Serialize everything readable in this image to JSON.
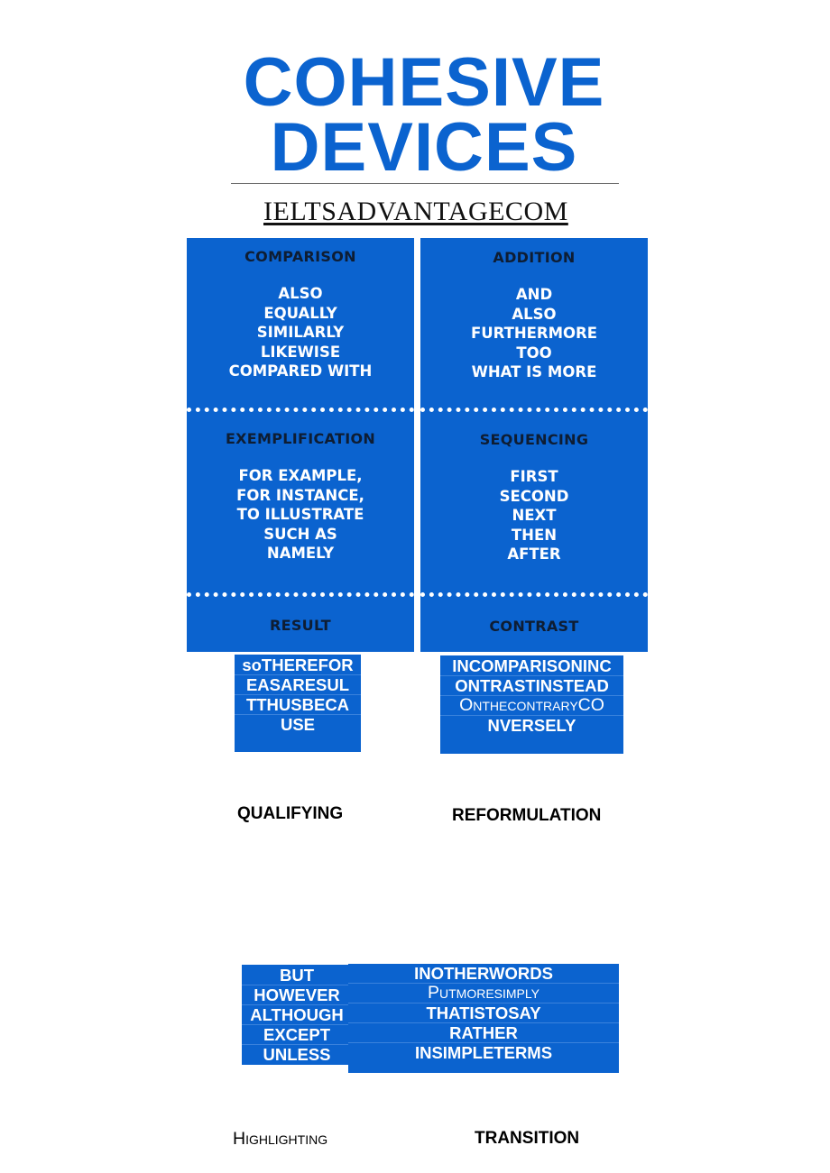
{
  "title": {
    "line1": "COHESIVE",
    "line2": "DEVICES"
  },
  "site": "IELTSADVANTAGECOM",
  "grid": {
    "comparison": {
      "heading": "COMPARISON",
      "items": [
        "ALSO",
        "EQUALLY",
        "SIMILARLY",
        "LIKEWISE",
        "COMPARED WITH"
      ]
    },
    "addition": {
      "heading": "ADDITION",
      "items": [
        "AND",
        "ALSO",
        "FURTHERMORE",
        "TOO",
        "WHAT IS MORE"
      ]
    },
    "exemplification": {
      "heading": "EXEMPLIFICATION",
      "items": [
        "FOR EXAMPLE,",
        "FOR INSTANCE,",
        "TO ILLUSTRATE",
        "SUCH AS",
        "NAMELY"
      ]
    },
    "sequencing": {
      "heading": "SEQUENCING",
      "items": [
        "FIRST",
        "SECOND",
        "NEXT",
        "THEN",
        "AFTER"
      ]
    },
    "result": {
      "heading": "RESULT"
    },
    "contrast": {
      "heading": "CONTRAST"
    }
  },
  "result_box": [
    "soTHEREFOR",
    "EASARESUL",
    "TTHUSBECA",
    "USE"
  ],
  "contrast_box": [
    "INCOMPARISONINC",
    "ONTRASTINSTEAD",
    "OnthecontraryCO",
    "NVERSELY"
  ],
  "qualifying_label": "QUALIFYING",
  "reformulation_label": "REFORMULATION",
  "qualifying_box": [
    "BUT",
    "HOWEVER",
    "ALTHOUGH",
    "EXCEPT",
    "UNLESS"
  ],
  "reformulation_box": [
    "INOTHERWORDS",
    "Putmoresimply",
    "THATISTOSAY",
    "RATHER",
    "INSIMPLETERMS"
  ],
  "highlighting_label": "Highlighting",
  "transition_label": "TRANSITION",
  "colors": {
    "brand_blue": "#0b63cf",
    "heading_dark": "#0e1d33"
  }
}
